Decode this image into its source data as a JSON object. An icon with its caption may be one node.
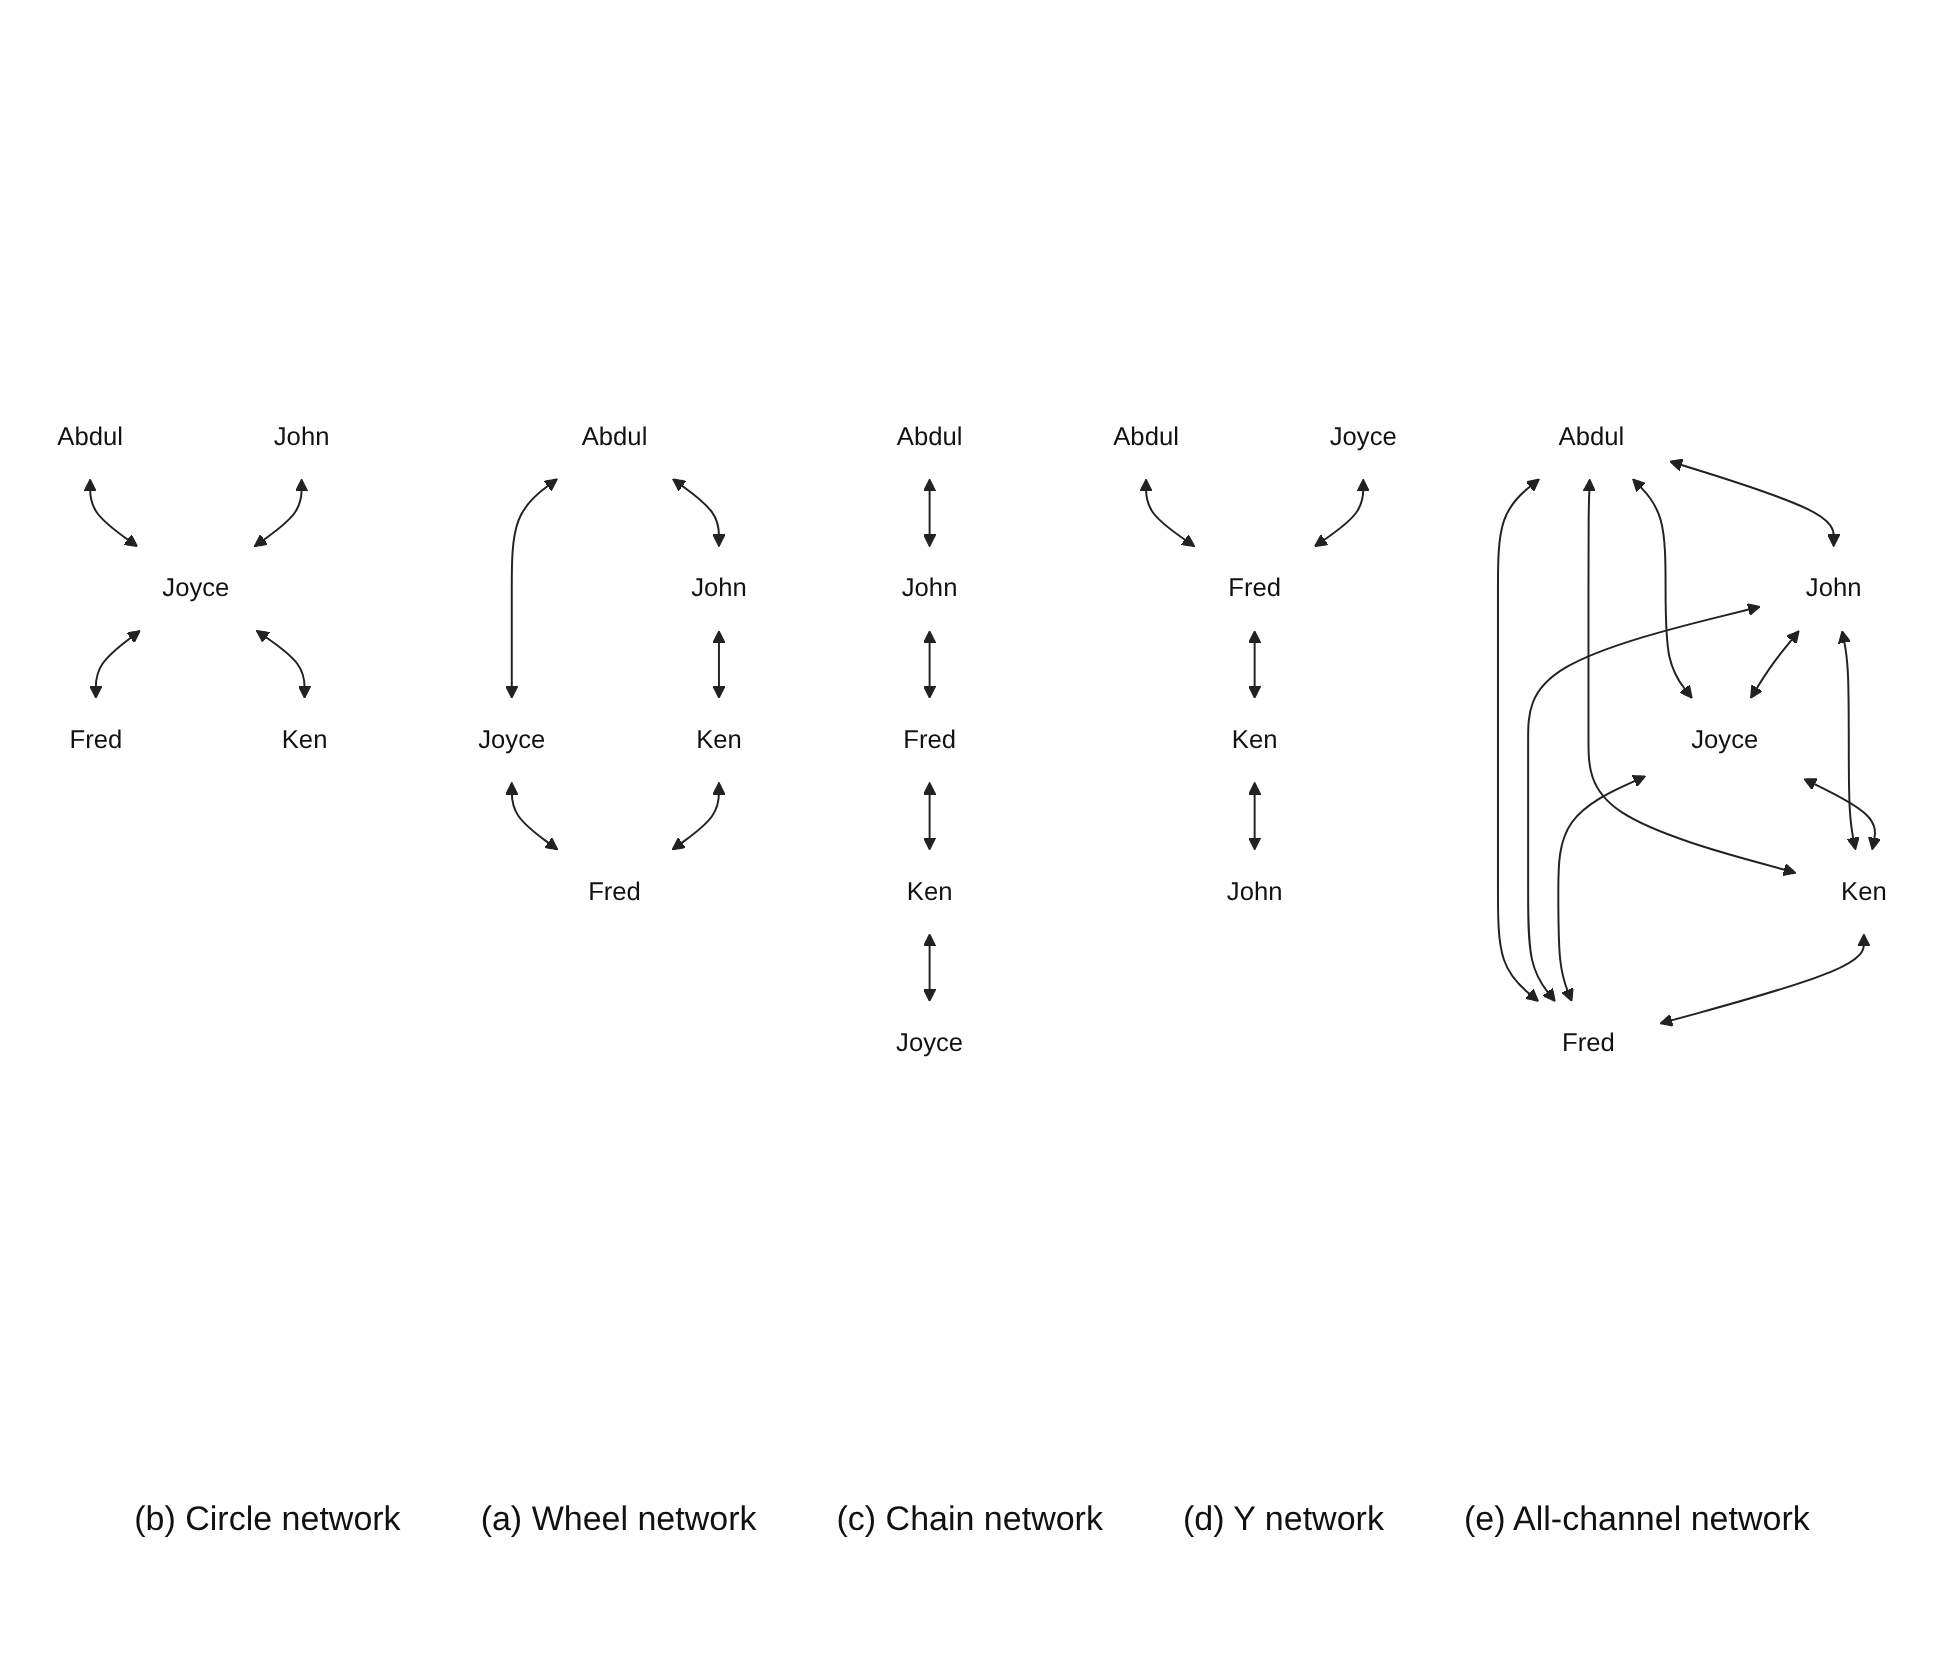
{
  "diagram": {
    "nodes": [
      {
        "text": [
          "Abdul"
        ]
      },
      {
        "text": [
          "John"
        ]
      },
      {
        "text": [
          "Joyce"
        ]
      },
      {
        "text": [
          "Fred"
        ]
      },
      {
        "text": [
          "Ken"
        ]
      },
      {
        "text": [
          "Abdul"
        ]
      },
      {
        "text": [
          "John"
        ]
      },
      {
        "text": [
          "Joyce"
        ]
      },
      {
        "text": [
          "Ken"
        ]
      },
      {
        "text": [
          "Fred"
        ]
      },
      {
        "text": [
          "Abdul"
        ]
      },
      {
        "text": [
          "John"
        ]
      },
      {
        "text": [
          "Fred"
        ]
      },
      {
        "text": [
          "Ken"
        ]
      },
      {
        "text": [
          "Joyce"
        ]
      },
      {
        "text": [
          "Abdul"
        ]
      },
      {
        "text": [
          "Joyce"
        ]
      },
      {
        "text": [
          "Fred"
        ]
      },
      {
        "text": [
          "Ken"
        ]
      },
      {
        "text": [
          "John"
        ]
      },
      {
        "text": [
          "Abdul"
        ]
      },
      {
        "text": [
          "John"
        ]
      },
      {
        "text": [
          "Joyce"
        ]
      },
      {
        "text": [
          "Ken"
        ]
      },
      {
        "text": [
          "Fred"
        ]
      }
    ],
    "edges": [
      {
        "from": 0,
        "to": 2,
        "arrow": "both"
      },
      {
        "from": 1,
        "to": 2,
        "arrow": "both"
      },
      {
        "from": 2,
        "to": 3,
        "arrow": "both"
      },
      {
        "from": 2,
        "to": 4,
        "arrow": "both"
      },
      {
        "from": 5,
        "to": 6,
        "arrow": "both"
      },
      {
        "from": 5,
        "to": 7,
        "arrow": "both"
      },
      {
        "from": 6,
        "to": 8,
        "arrow": "both"
      },
      {
        "from": 7,
        "to": 9,
        "arrow": "both"
      },
      {
        "from": 8,
        "to": 9,
        "arrow": "both"
      },
      {
        "from": 10,
        "to": 11,
        "arrow": "both"
      },
      {
        "from": 11,
        "to": 12,
        "arrow": "both"
      },
      {
        "from": 12,
        "to": 13,
        "arrow": "both"
      },
      {
        "from": 13,
        "to": 14,
        "arrow": "both"
      },
      {
        "from": 15,
        "to": 17,
        "arrow": "both"
      },
      {
        "from": 16,
        "to": 17,
        "arrow": "both"
      },
      {
        "from": 17,
        "to": 18,
        "arrow": "both"
      },
      {
        "from": 18,
        "to": 19,
        "arrow": "both"
      },
      {
        "from": 20,
        "to": 21,
        "arrow": "both"
      },
      {
        "from": 20,
        "to": 22,
        "arrow": "both"
      },
      {
        "from": 20,
        "to": 23,
        "arrow": "both"
      },
      {
        "from": 20,
        "to": 24,
        "arrow": "both"
      },
      {
        "from": 21,
        "to": 22,
        "arrow": "both"
      },
      {
        "from": 21,
        "to": 23,
        "arrow": "both"
      },
      {
        "from": 21,
        "to": 24,
        "arrow": "both"
      },
      {
        "from": 22,
        "to": 23,
        "arrow": "both"
      },
      {
        "from": 22,
        "to": 24,
        "arrow": "both"
      },
      {
        "from": 23,
        "to": 24,
        "arrow": "both"
      }
    ],
    "labels": [
      "(b) Circle network",
      "(a) Wheel network",
      "(c) Chain network",
      "(d) Y network",
      "(e) All-channel network"
    ]
  }
}
